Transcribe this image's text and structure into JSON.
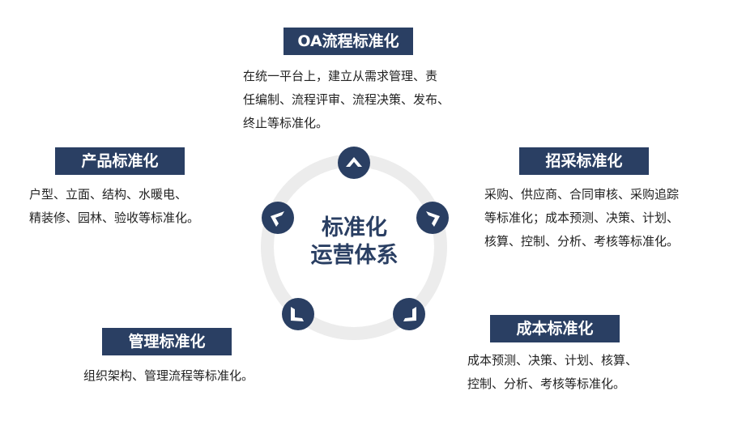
{
  "center": {
    "line1": "标准化",
    "line2": "运营体系"
  },
  "sections": {
    "oa": {
      "title": "OA流程标准化",
      "lines": [
        "在统一平台上，建立从需求管理、责",
        "任编制、流程评审、流程决策、发布、",
        "终止等标准化。"
      ]
    },
    "product": {
      "title": "产品标准化",
      "lines": [
        "户型、立面、结构、水暖电、",
        "精装修、园林、验收等标准化。"
      ]
    },
    "procurement": {
      "title": "招采标准化",
      "lines": [
        "采购、供应商、合同审核、采购追踪",
        "等标准化；成本预测、决策、计划、",
        "核算、控制、分析、考核等标准化。"
      ]
    },
    "management": {
      "title": "管理标准化",
      "lines": [
        "组织架构、管理流程等标准化。"
      ]
    },
    "cost": {
      "title": "成本标准化",
      "lines": [
        "成本预测、决策、计划、核算、",
        "控制、分析、考核等标准化。"
      ]
    }
  },
  "colors": {
    "navy": "#2a3f63",
    "ring": "#ececec",
    "text": "#222222"
  },
  "icons": [
    "chevron-up-icon",
    "chevron-right-icon",
    "chevron-down-right-icon",
    "chevron-down-left-icon",
    "chevron-left-icon"
  ]
}
